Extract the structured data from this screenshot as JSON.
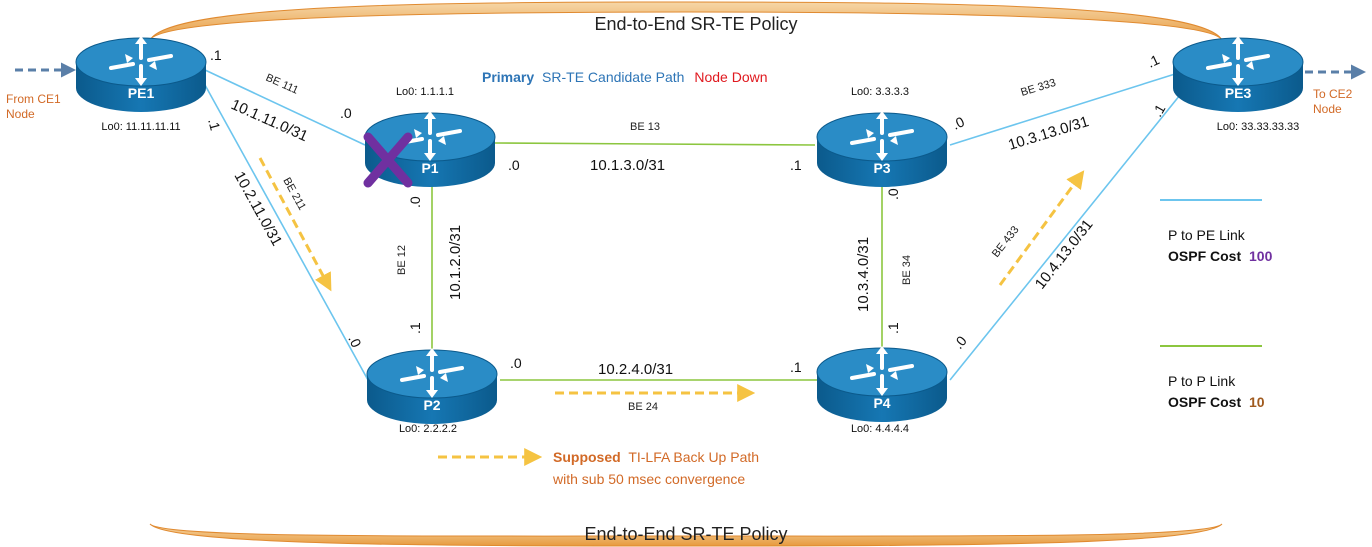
{
  "policy": {
    "top_label": "End-to-End SR-TE Policy",
    "bottom_label": "End-to-End SR-TE Policy"
  },
  "primary_path": {
    "bold": "Primary",
    "rest": "SR-TE Candidate Path",
    "status": "Node Down"
  },
  "colors": {
    "pe_link": "#6cc5ee",
    "p_link": "#8cc63f",
    "backup": "#f5c342",
    "orange": "#d26a27",
    "blue": "#2e75b6",
    "red": "#e0191f",
    "purple": "#7030a0",
    "brown": "#a05a1e",
    "arrow": "#5a7fa8",
    "router_top": "#2a8cc6",
    "router_side": "#0d6197"
  },
  "edge_nodes": {
    "from": {
      "line1": "From CE1",
      "line2": "Node"
    },
    "to": {
      "line1": "To CE2",
      "line2": "Node"
    }
  },
  "routers": {
    "pe1": {
      "name": "PE1",
      "loopback": "Lo0: 11.11.11.11"
    },
    "p1": {
      "name": "P1",
      "loopback": "Lo0: 1.1.1.1",
      "failed": true
    },
    "p2": {
      "name": "P2",
      "loopback": "Lo0: 2.2.2.2"
    },
    "p3": {
      "name": "P3",
      "loopback": "Lo0: 3.3.3.3"
    },
    "p4": {
      "name": "P4",
      "loopback": "Lo0: 4.4.4.4"
    },
    "pe3": {
      "name": "PE3",
      "loopback": "Lo0: 33.33.33.33"
    }
  },
  "links": {
    "pe1_p1": {
      "bundle": "BE 111",
      "subnet": "10.1.11.0/31",
      "end_a": ".1",
      "end_b": ".0"
    },
    "pe1_p2": {
      "bundle": "BE 211",
      "subnet": "10.2.11.0/31",
      "end_a": ".1",
      "end_b": ".0"
    },
    "p1_p3": {
      "bundle": "BE 13",
      "subnet": "10.1.3.0/31",
      "end_a": ".0",
      "end_b": ".1"
    },
    "p1_p2": {
      "bundle": "BE 12",
      "subnet": "10.1.2.0/31",
      "end_a": ".0",
      "end_b": ".1"
    },
    "p2_p4": {
      "bundle": "BE 24",
      "subnet": "10.2.4.0/31",
      "end_a": ".0",
      "end_b": ".1"
    },
    "p3_p4": {
      "bundle": "BE 34",
      "subnet": "10.3.4.0/31",
      "end_a": ".0",
      "end_b": ".1"
    },
    "p3_pe3": {
      "bundle": "BE 333",
      "subnet": "10.3.13.0/31",
      "end_a": ".0",
      "end_b": ".1"
    },
    "p4_pe3": {
      "bundle": "BE 433",
      "subnet": "10.4.13.0/31",
      "end_a": ".0",
      "end_b": ".1"
    }
  },
  "legend": {
    "pe_link": {
      "title": "P to PE Link",
      "cost_label": "OSPF Cost",
      "cost_value": "100"
    },
    "p_link": {
      "title": "P to P Link",
      "cost_label": "OSPF Cost",
      "cost_value": "10"
    },
    "backup": {
      "bold": "Supposed",
      "rest": "TI-LFA Back Up Path",
      "line2": "with sub 50 msec convergence"
    }
  }
}
